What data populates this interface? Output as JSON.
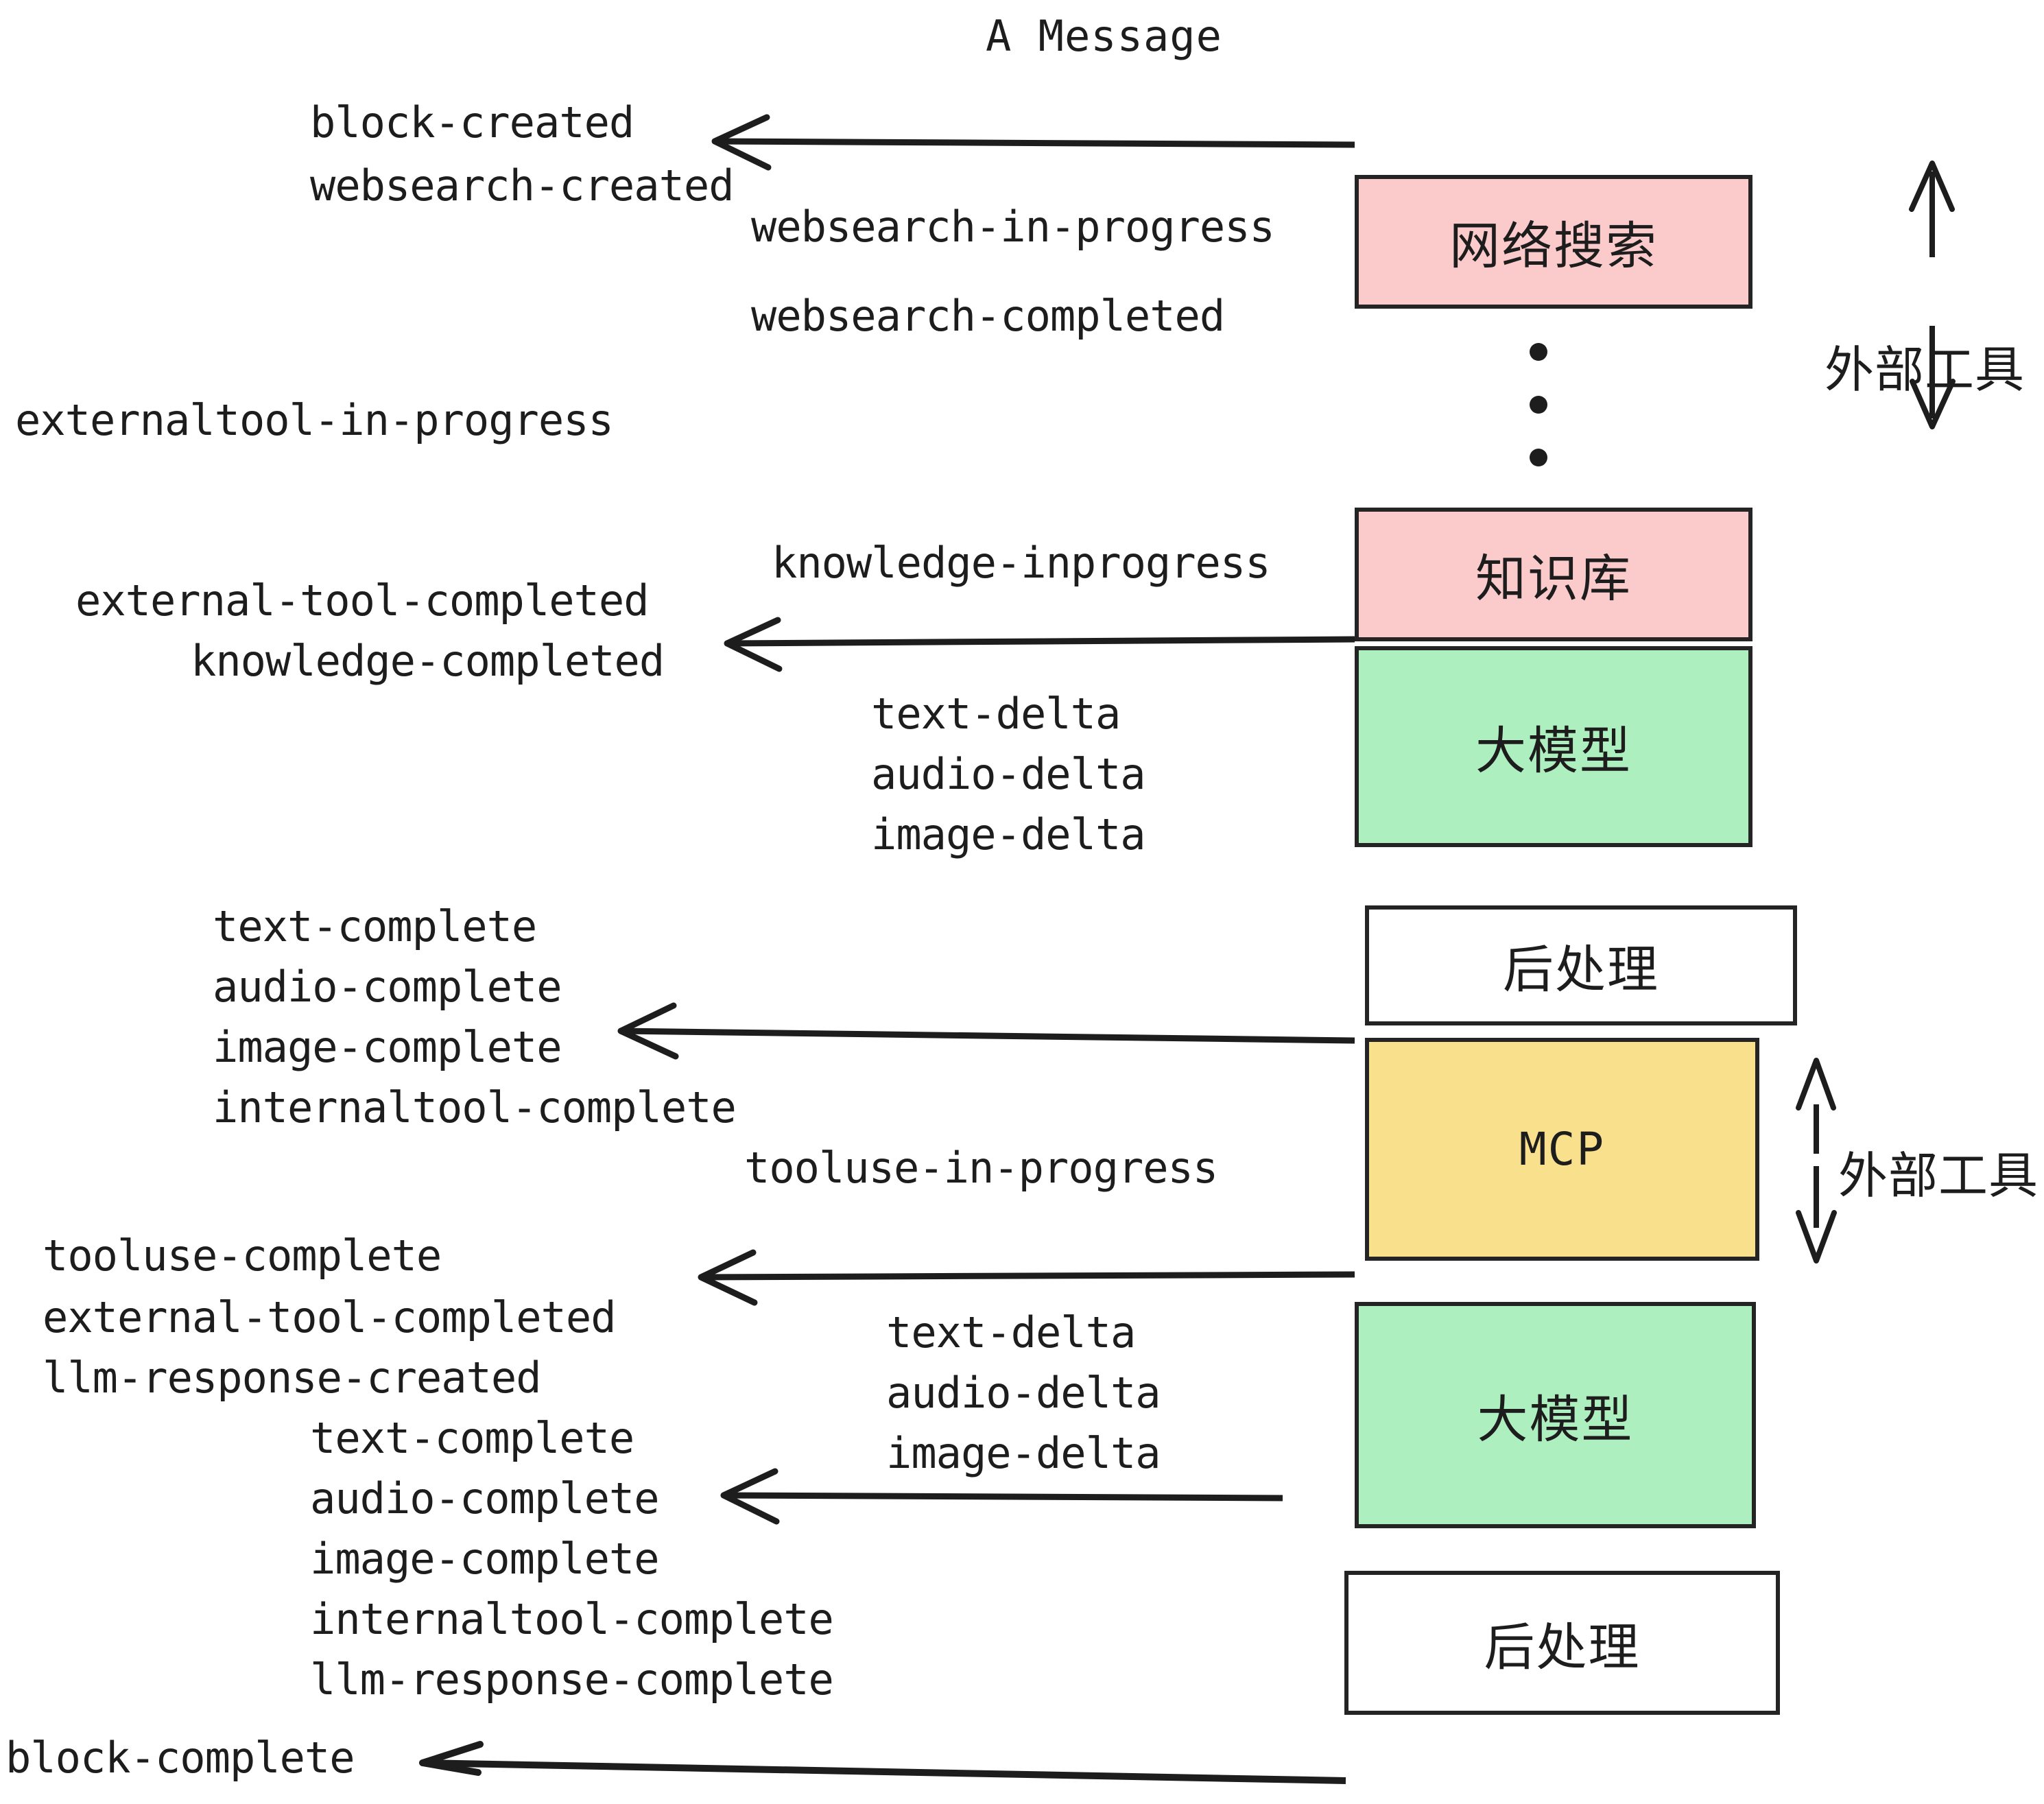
{
  "title": "A Message",
  "boxes": [
    {
      "id": "websearch",
      "label": "网络搜索",
      "color": "#FBCBCB",
      "kind": "cn"
    },
    {
      "id": "knowledge",
      "label": "知识库",
      "color": "#FBCBCB",
      "kind": "cn"
    },
    {
      "id": "llm1",
      "label": "大模型",
      "color": "#AEEFBF",
      "kind": "cn"
    },
    {
      "id": "post1",
      "label": "后处理",
      "color": "#FFFFFF",
      "kind": "cn"
    },
    {
      "id": "mcp",
      "label": "MCP",
      "color": "#F9E08D",
      "kind": "mono"
    },
    {
      "id": "llm2",
      "label": "大模型",
      "color": "#AEEFBF",
      "kind": "cn"
    },
    {
      "id": "post2",
      "label": "后处理",
      "color": "#FFFFFF",
      "kind": "cn"
    }
  ],
  "events": {
    "block_created": "block-created",
    "websearch_created": "websearch-created",
    "websearch_in_progress": "websearch-in-progress",
    "websearch_completed": "websearch-completed",
    "externaltool_in_progress": "externaltool-in-progress",
    "knowledge_inprogress": "knowledge-inprogress",
    "external_tool_completed_1": "external-tool-completed",
    "knowledge_completed": "knowledge-completed",
    "text_delta_1": "text-delta",
    "audio_delta_1": "audio-delta",
    "image_delta_1": "image-delta",
    "text_complete_1": "text-complete",
    "audio_complete_1": "audio-complete",
    "image_complete_1": "image-complete",
    "internaltool_complete_1": "internaltool-complete",
    "tooluse_in_progress": "tooluse-in-progress",
    "tooluse_complete": "tooluse-complete",
    "external_tool_completed_2": "external-tool-completed",
    "llm_response_created": "llm-response-created",
    "text_delta_2": "text-delta",
    "audio_delta_2": "audio-delta",
    "image_delta_2": "image-delta",
    "text_complete_2": "text-complete",
    "audio_complete_2": "audio-complete",
    "image_complete_2": "image-complete",
    "internaltool_complete_2": "internaltool-complete",
    "llm_response_complete": "llm-response-complete",
    "block_complete": "block-complete"
  },
  "annotations": {
    "external_tools_top": "外部工具",
    "external_tools_bottom": "外部工具"
  },
  "colors": {
    "pink": "#FBCBCB",
    "green": "#AEEFBF",
    "yellow": "#F9E08D",
    "white": "#FFFFFF",
    "stroke": "#242424",
    "text": "#1d1d1d"
  }
}
